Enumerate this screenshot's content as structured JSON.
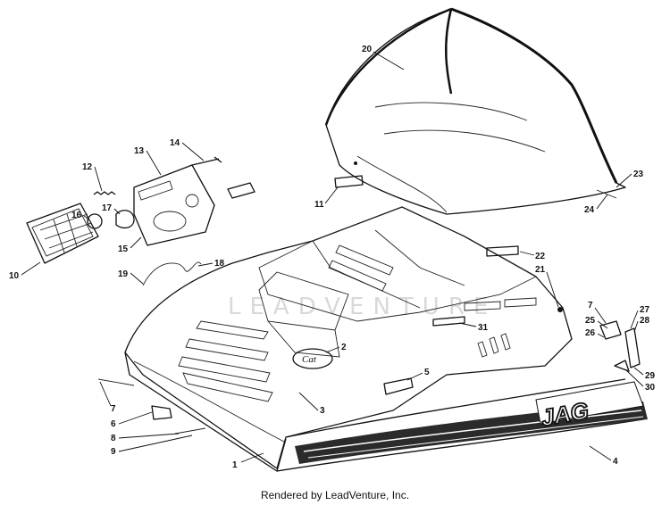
{
  "diagram": {
    "watermark": "LEADVENTURE",
    "decal_text": "JAG",
    "hood_emblem_text": "Cat",
    "callouts": [
      "1",
      "2",
      "3",
      "4",
      "5",
      "6",
      "7",
      "7",
      "8",
      "9",
      "10",
      "11",
      "12",
      "13",
      "14",
      "15",
      "16",
      "17",
      "18",
      "19",
      "20",
      "21",
      "22",
      "23",
      "24",
      "25",
      "26",
      "27",
      "28",
      "29",
      "30",
      "31"
    ]
  },
  "footer": {
    "credit": "Rendered by LeadVenture, Inc."
  }
}
